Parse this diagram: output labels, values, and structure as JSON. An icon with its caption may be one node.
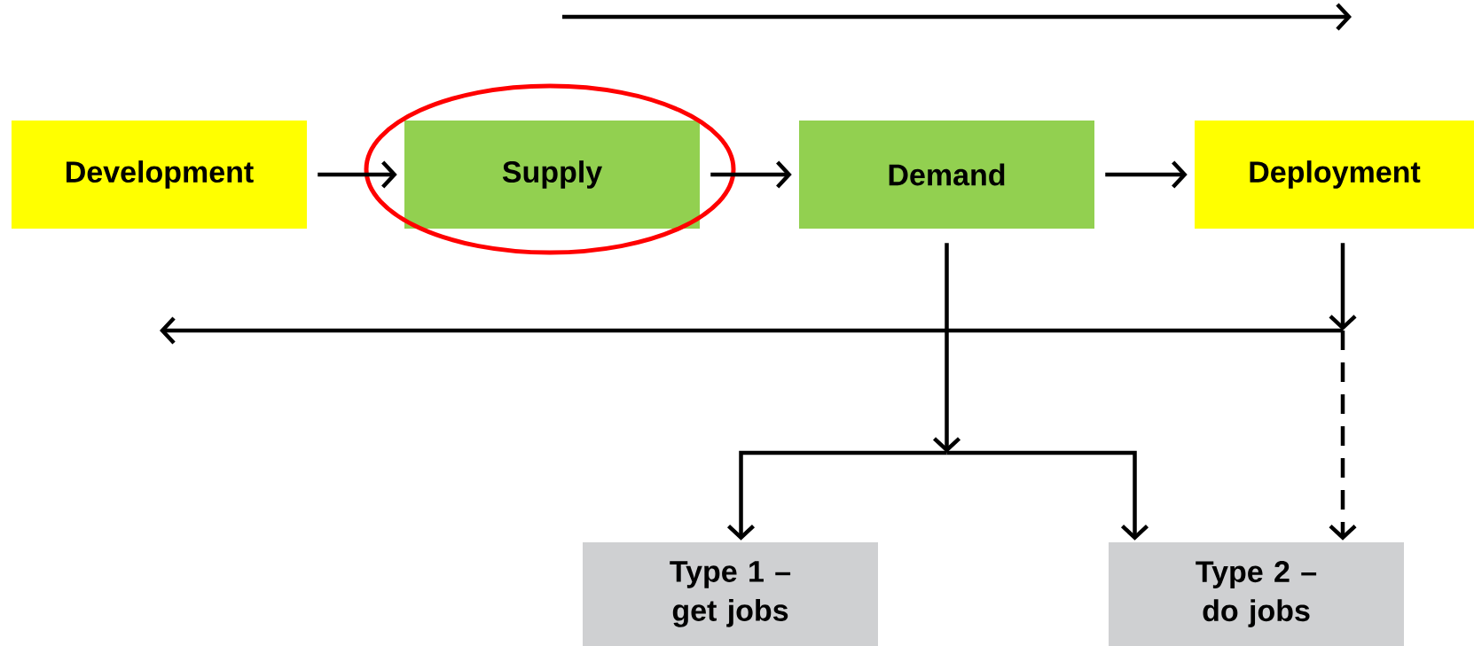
{
  "diagram": {
    "nodes": [
      {
        "text": [
          "Development"
        ]
      },
      {
        "text": [
          "Supply"
        ]
      },
      {
        "text": [
          "Demand"
        ]
      },
      {
        "text": [
          "Deployment"
        ]
      },
      {
        "text": [
          "Type 1 – get jobs"
        ]
      },
      {
        "text": [
          "Type 2 – do jobs"
        ]
      }
    ],
    "edges": [
      {
        "from": 0,
        "to": 1,
        "arrow": "to"
      },
      {
        "from": 1,
        "to": 2,
        "arrow": "to"
      },
      {
        "from": 2,
        "to": 3,
        "arrow": "to"
      },
      {
        "from": 2,
        "to": 4,
        "arrow": "to"
      },
      {
        "from": 2,
        "to": 5,
        "arrow": "to"
      },
      {
        "from": 3,
        "to": null,
        "arrow": "to"
      },
      {
        "from": 3,
        "to": 5,
        "arrow": "to",
        "style": "dashed"
      }
    ]
  }
}
